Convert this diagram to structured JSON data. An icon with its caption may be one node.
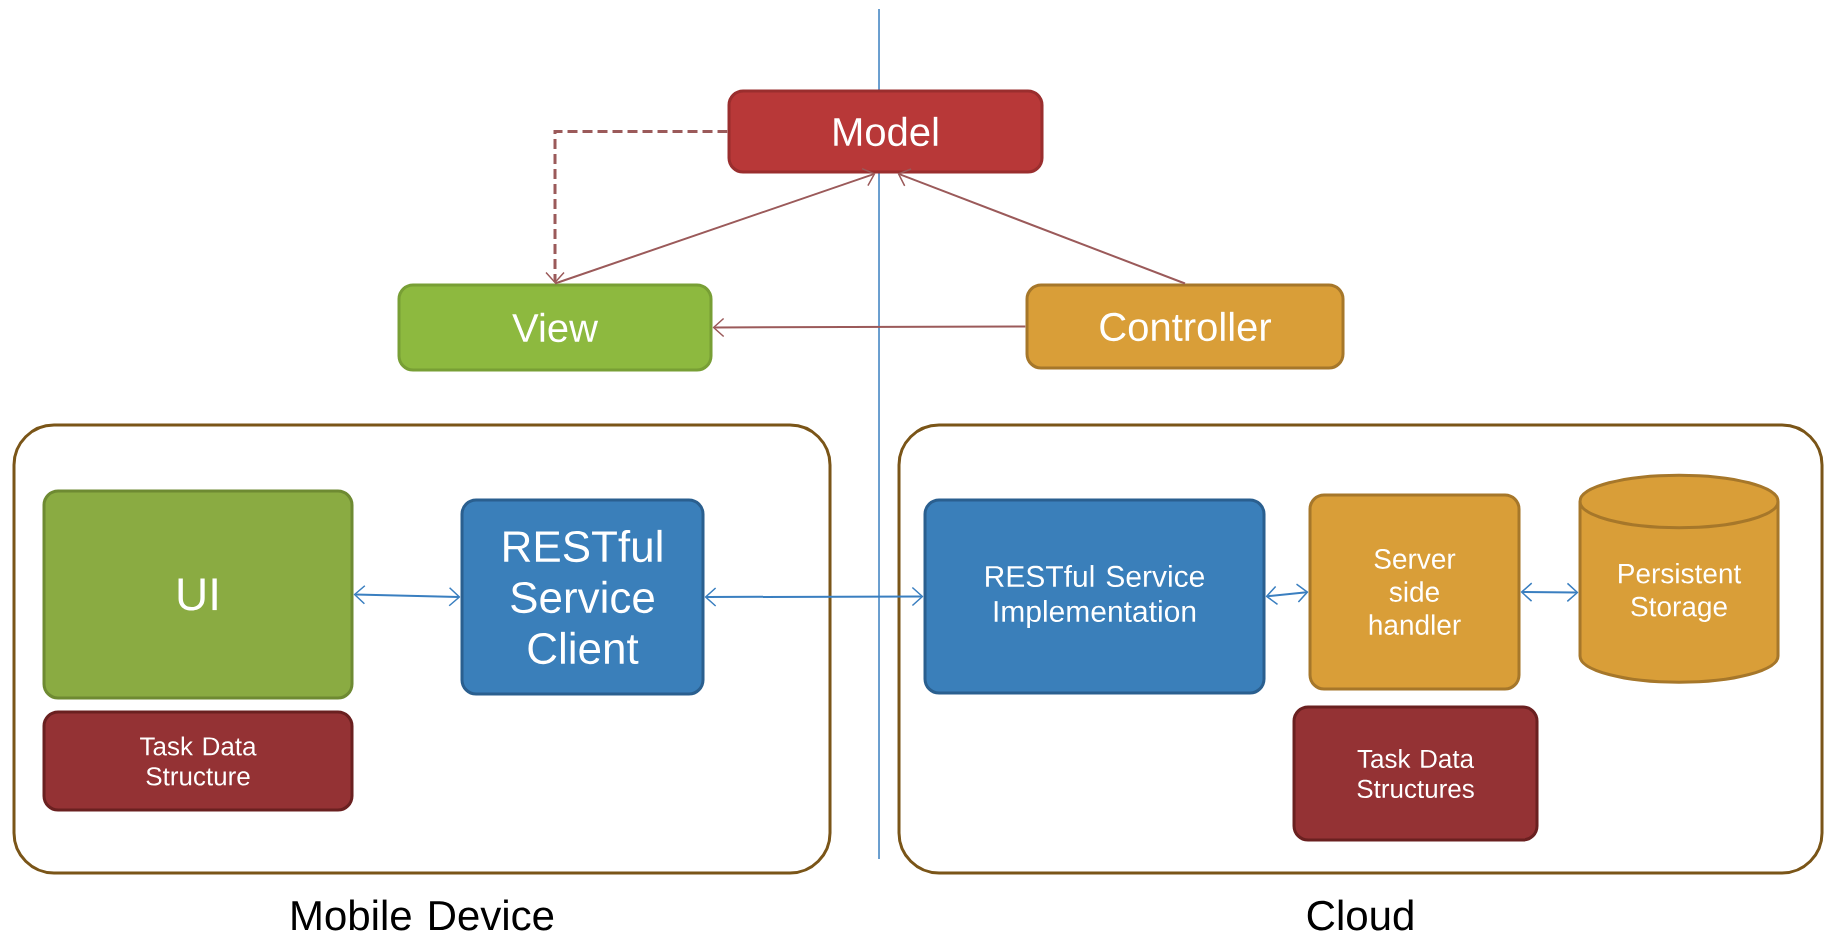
{
  "diagram": {
    "nodes": [
      {
        "text": [
          "Model"
        ]
      },
      {
        "text": [
          "View"
        ]
      },
      {
        "text": [
          "Controller"
        ]
      },
      {
        "text": [
          "Mobile Device"
        ]
      },
      {
        "text": [
          "UI"
        ],
        "in": 3
      },
      {
        "text": [
          "Task Data Structure"
        ],
        "in": 3
      },
      {
        "text": [
          "RESTful Service Client"
        ],
        "in": 3
      },
      {
        "text": [
          "Cloud"
        ]
      },
      {
        "text": [
          "RESTful Service Implementation"
        ],
        "in": 7
      },
      {
        "text": [
          "Server side handler"
        ],
        "in": 7
      },
      {
        "text": [
          "Persistent Storage"
        ],
        "in": 7
      },
      {
        "text": [
          "Task Data Structures"
        ],
        "in": 7
      }
    ],
    "edges": [
      {
        "from": 0,
        "to": 1,
        "arrow": "to",
        "style": "dashed",
        "color": "#9b5a5a"
      },
      {
        "from": 1,
        "to": 0,
        "arrow": "to",
        "color": "#9b5a5a"
      },
      {
        "from": 2,
        "to": 0,
        "arrow": "to",
        "color": "#9b5a5a"
      },
      {
        "from": 2,
        "to": 1,
        "arrow": "to",
        "color": "#9b5a5a"
      },
      {
        "from": 4,
        "to": 6,
        "arrow": "both",
        "color": "#3a7fc0"
      },
      {
        "from": 6,
        "to": 8,
        "arrow": "both",
        "color": "#3a7fc0"
      },
      {
        "from": 8,
        "to": 9,
        "arrow": "both",
        "color": "#3a7fc0"
      },
      {
        "from": 9,
        "to": 10,
        "arrow": "both",
        "color": "#3a7fc0"
      }
    ]
  }
}
